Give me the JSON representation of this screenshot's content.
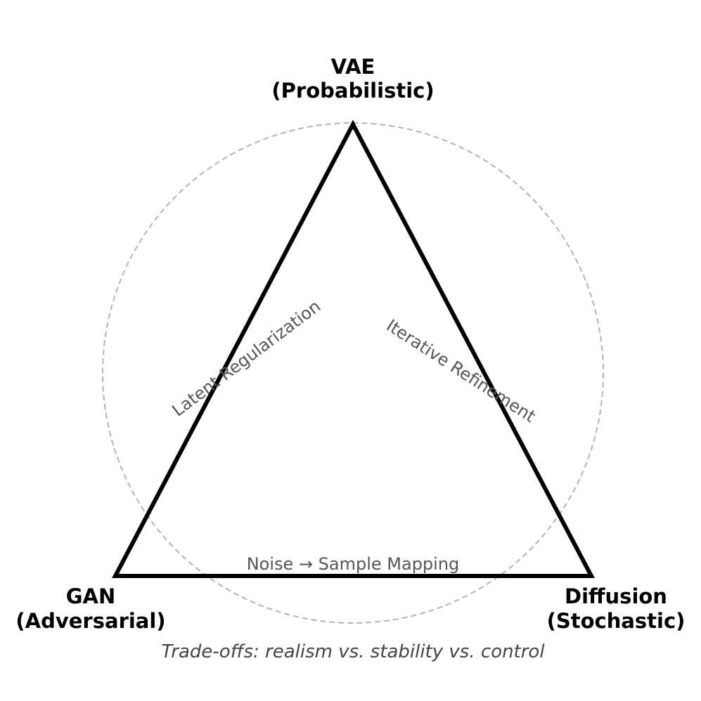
{
  "diagram": {
    "vertices": {
      "top": {
        "name": "VAE",
        "subtitle": "(Probabilistic)"
      },
      "left": {
        "name": "GAN",
        "subtitle": "(Adversarial)"
      },
      "right": {
        "name": "Diffusion",
        "subtitle": "(Stochastic)"
      }
    },
    "edges": {
      "left": "Latent Regularization",
      "right": "Iterative Refinement",
      "bottom": "Noise → Sample Mapping"
    },
    "caption": "Trade-offs: realism  vs.  stability  vs.  control",
    "colors": {
      "triangle_stroke": "#000000",
      "circle_stroke": "#b3b3b3",
      "edge_label": "#555555",
      "caption": "#444444"
    }
  }
}
